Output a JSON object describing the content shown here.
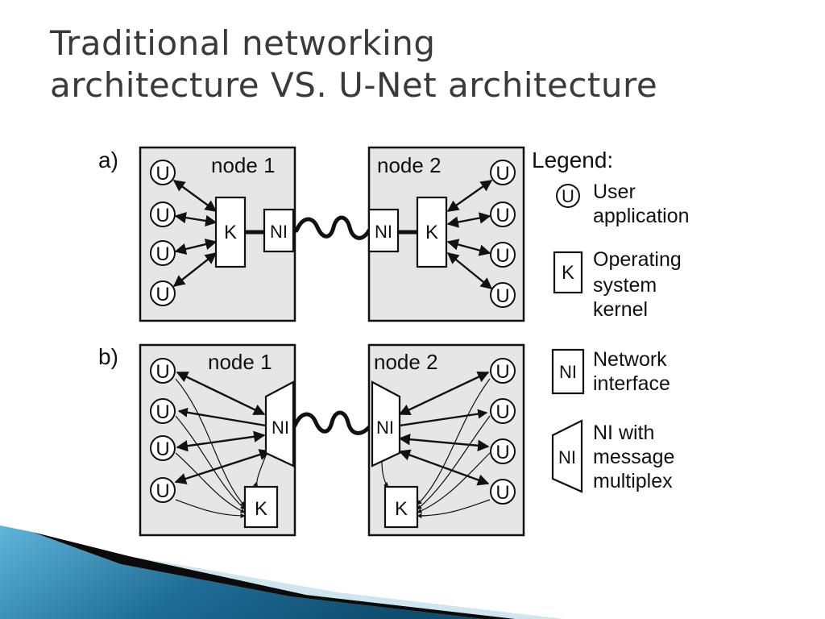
{
  "title": {
    "line1": "Traditional networking",
    "line2": "architecture VS. U-Net architecture"
  },
  "diagram": {
    "panel_a": {
      "label": "a)",
      "node1": "node 1",
      "node2": "node 2"
    },
    "panel_b": {
      "label": "b)",
      "node1": "node 1",
      "node2": "node 2"
    },
    "symbols": {
      "user": "U",
      "kernel": "K",
      "ni": "NI"
    },
    "legend": {
      "title": "Legend:",
      "user": [
        "User",
        "application"
      ],
      "kernel": [
        "Operating",
        "system",
        "kernel"
      ],
      "ni": [
        "Network",
        "interface"
      ],
      "ni_mux": [
        "NI with",
        "message",
        "multiplex"
      ]
    }
  },
  "colors": {
    "title": "#3a3a3a",
    "node_fill": "#e6e6e6",
    "accent_blue": "#1e6c96",
    "accent_dark": "#0b0b0b"
  }
}
